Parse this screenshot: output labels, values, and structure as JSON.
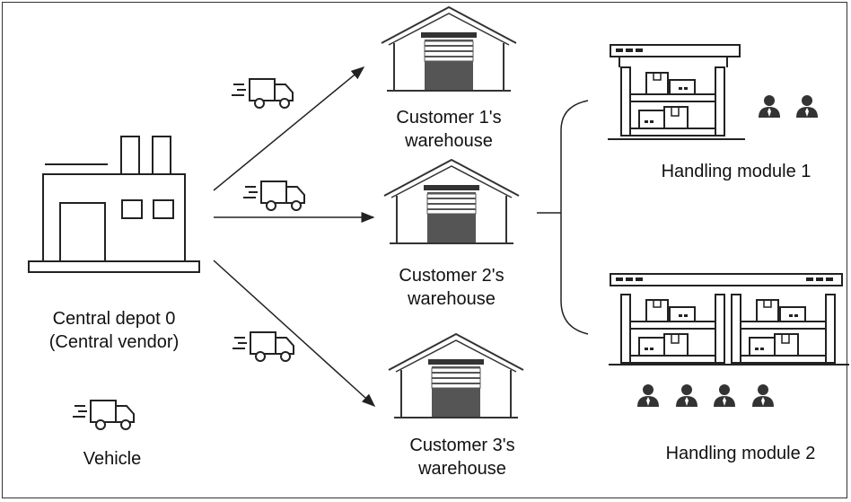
{
  "depot": {
    "line1": "Central depot 0",
    "line2": "(Central vendor)"
  },
  "legend": {
    "vehicle_label": "Vehicle"
  },
  "customers": [
    {
      "line1": "Customer 1's",
      "line2": "warehouse"
    },
    {
      "line1": "Customer 2's",
      "line2": "warehouse"
    },
    {
      "line1": "Customer 3's",
      "line2": "warehouse"
    }
  ],
  "modules": [
    {
      "label": "Handling module 1",
      "workers": 2
    },
    {
      "label": "Handling module 2",
      "workers": 4
    }
  ],
  "colors": {
    "stroke": "#222222",
    "door": "#555555",
    "worker": "#333333"
  }
}
